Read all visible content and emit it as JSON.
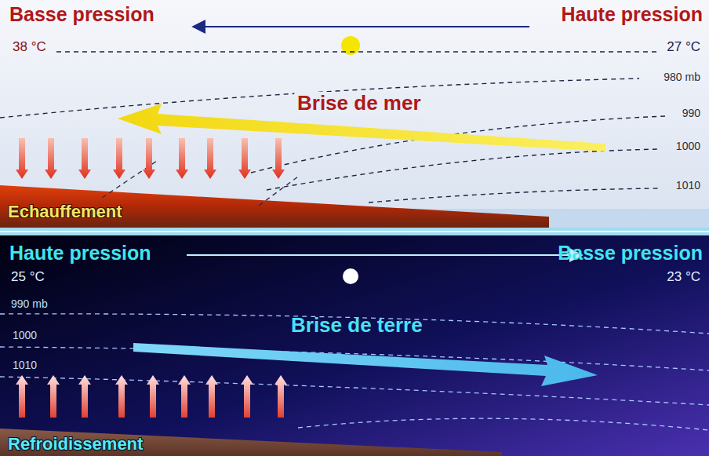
{
  "diagram": {
    "labels": [
      "Basse pression",
      "Haute pression",
      "38 °C",
      "27 °C",
      "980 mb",
      "990",
      "1000",
      "1010",
      "Brise de mer",
      "Echauffement",
      "Haute pression",
      "Basse pression",
      "25 °C",
      "23 °C",
      "990 mb",
      "1000",
      "1010",
      "Brise de terre",
      "Refroidissement"
    ]
  }
}
